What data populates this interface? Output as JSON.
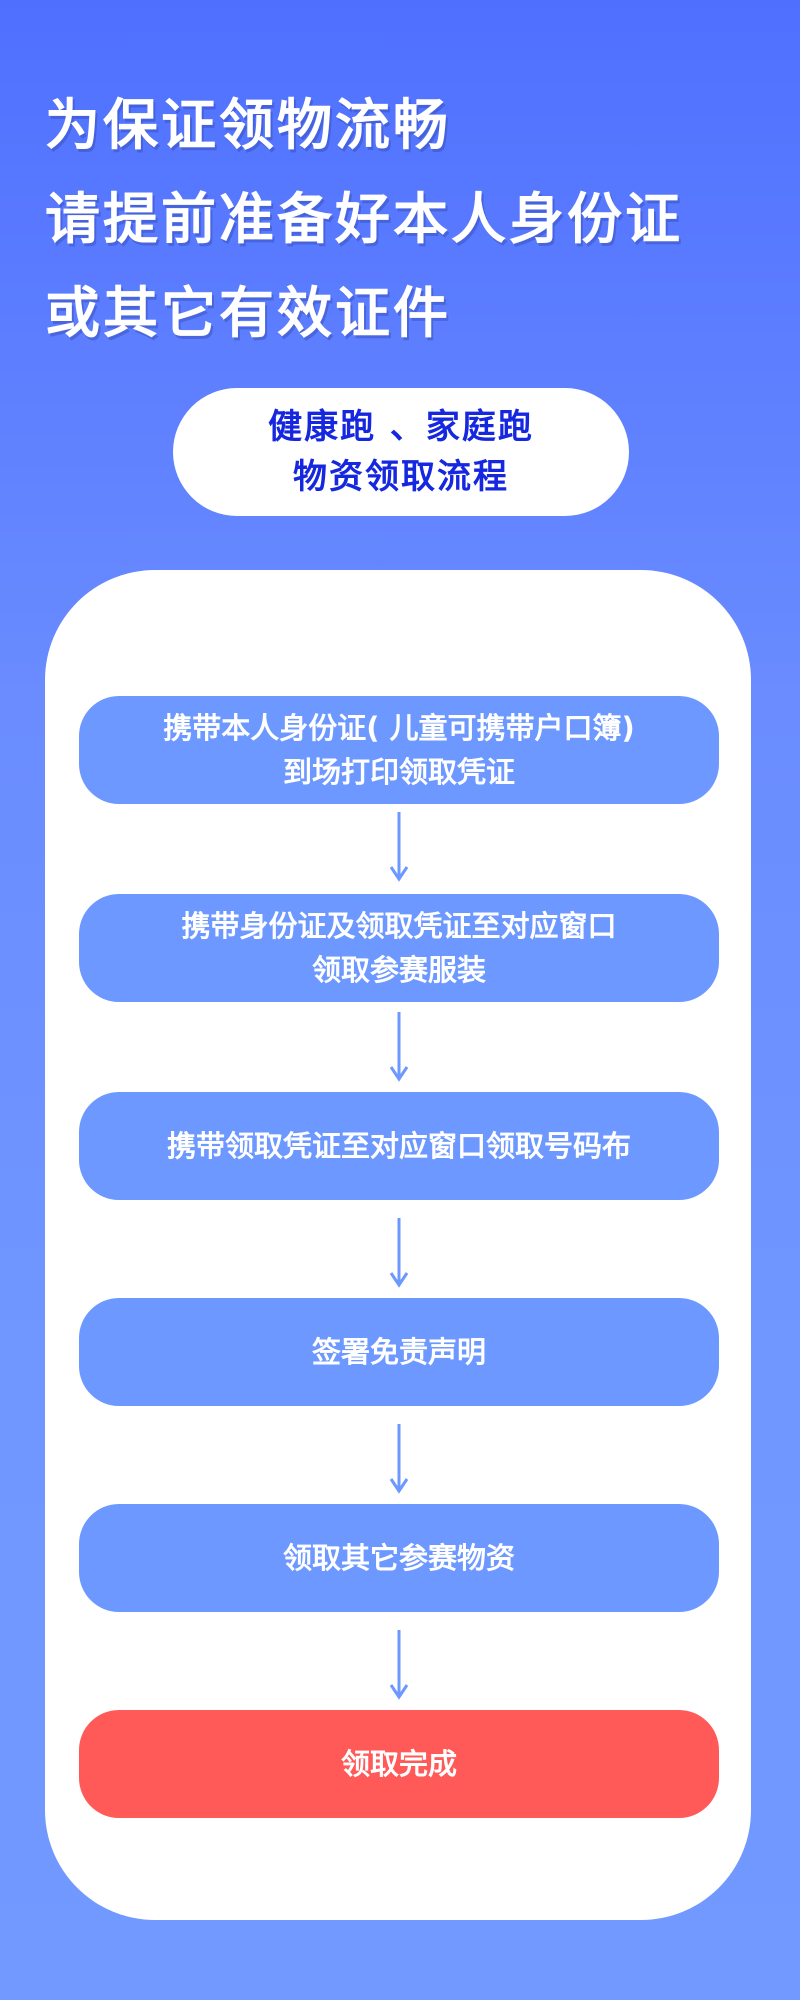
{
  "headline": {
    "lines": [
      "为保证领物流畅",
      "请提前准备好本人身份证",
      "或其它有效证件"
    ]
  },
  "title_pill": {
    "lines": [
      "健康跑 、家庭跑",
      "物资领取流程"
    ]
  },
  "steps": [
    {
      "lines": [
        "携带本人身份证(  儿童可携带户口簿)",
        "到场打印领取凭证"
      ]
    },
    {
      "lines": [
        "携带身份证及领取凭证至对应窗口",
        "领取参赛服装"
      ]
    },
    {
      "lines": [
        "携带领取凭证至对应窗口领取号码布"
      ]
    },
    {
      "lines": [
        "签署免责声明"
      ]
    },
    {
      "lines": [
        "领取其它参赛物资"
      ]
    },
    {
      "lines": [
        "领取完成"
      ]
    }
  ],
  "colors": {
    "step": "#6c98ff",
    "final_step": "#ff5a57",
    "title_text": "#1627e0",
    "arrow": "#6c98ff"
  }
}
